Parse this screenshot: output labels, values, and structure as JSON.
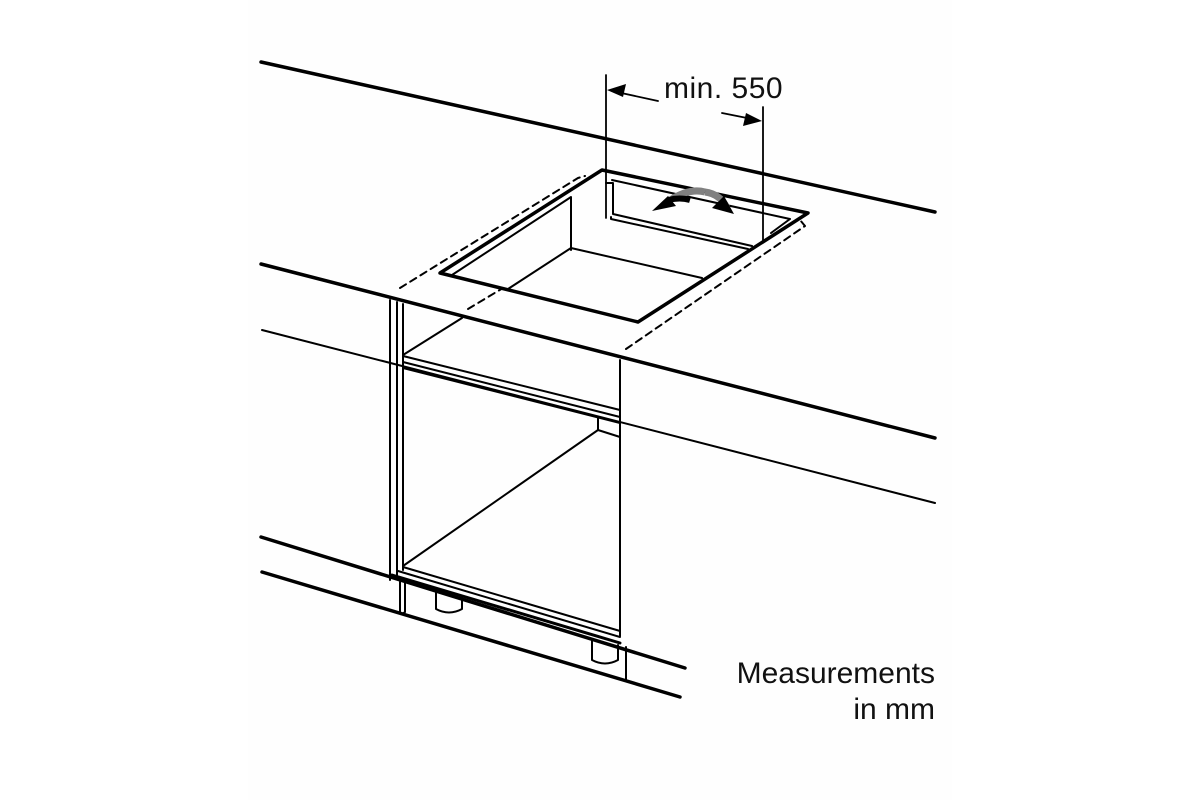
{
  "diagram": {
    "type": "installation-diagram",
    "subject": "Built-in hob cut-out in worktop above base cabinet",
    "dimension": {
      "label": "min. 550",
      "value": 550,
      "qualifier": "min.",
      "unit": "mm"
    },
    "note": {
      "line1": "Measurements",
      "line2": "in mm"
    },
    "colors": {
      "line": "#000000",
      "arrow_gray": "#808080",
      "background": "#ffffff"
    }
  }
}
